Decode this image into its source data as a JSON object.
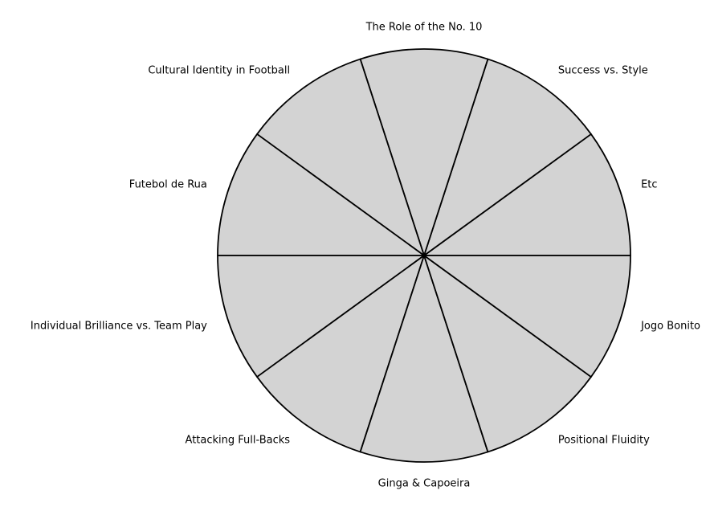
{
  "chart_data": {
    "type": "pie",
    "title": "",
    "categories": [
      "Etc",
      "Success vs. Style",
      "The Role of the No. 10",
      "Cultural Identity in Football",
      "Futebol de Rua",
      "Individual Brilliance vs. Team Play",
      "Attacking Full-Backs",
      "Ginga & Capoeira",
      "Positional Fluidity",
      "Jogo Bonito"
    ],
    "values": [
      1,
      1,
      1,
      1,
      1,
      1,
      1,
      1,
      1,
      1
    ],
    "start_angle_deg": 0,
    "direction": "counterclockwise",
    "legend": "none",
    "colors": {
      "slice_fill": "#d3d3d3",
      "slice_edge": "#000000",
      "label_text": "#000000"
    }
  }
}
